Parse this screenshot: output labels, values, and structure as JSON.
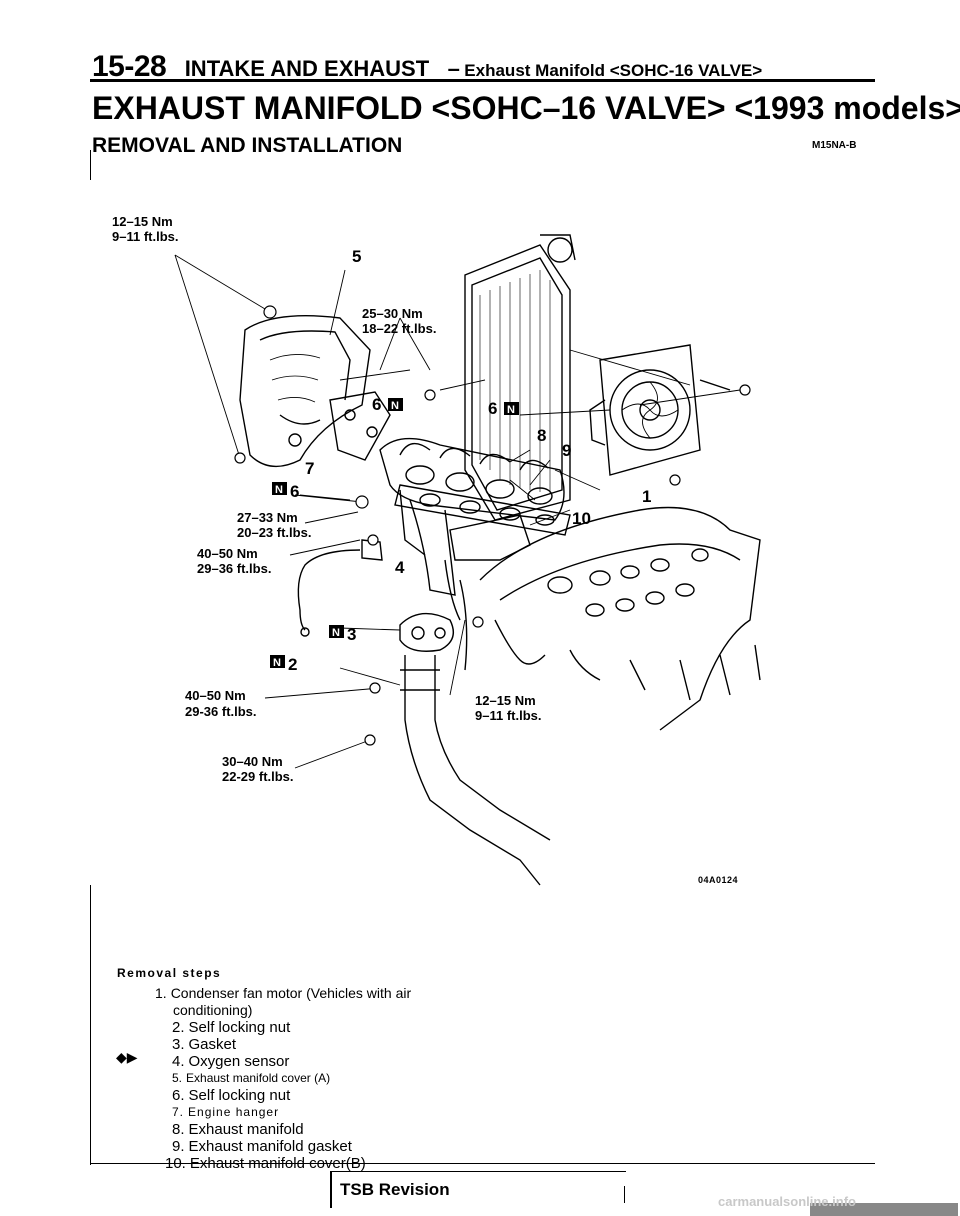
{
  "header": {
    "page_number": "15-28",
    "section": "INTAKE AND EXHAUST",
    "dash": "–",
    "subsection": "Exhaust Manifold <SOHC-16 VALVE>"
  },
  "title": "EXHAUST MANIFOLD <SOHC–16 VALVE> <1993 models>",
  "subtitle": "REMOVAL AND INSTALLATION",
  "doc_code": "M15NA-B",
  "figure": {
    "id": "04A0124",
    "torque": {
      "t1": [
        "12–15 Nm",
        "9–11 ft.lbs."
      ],
      "t2": [
        "25–30 Nm",
        "18–22 ft.lbs."
      ],
      "t3": [
        "27–33 Nm",
        "20–23 ft.lbs."
      ],
      "t4": [
        "40–50 Nm",
        "29–36 ft.lbs."
      ],
      "t5": [
        "40–50 Nm",
        "29-36 ft.lbs."
      ],
      "t6": [
        "12–15 Nm",
        "9–11 ft.lbs."
      ],
      "t7": [
        "30–40 Nm",
        "22-29 ft.lbs."
      ]
    },
    "callouts": {
      "c1": "1",
      "c2": "2",
      "c3": "3",
      "c4": "4",
      "c5": "5",
      "c6a": "6",
      "c6b": "6",
      "c6c": "6",
      "c7": "7",
      "c8": "8",
      "c9": "9",
      "c10": "10"
    },
    "new_part_symbol": "N"
  },
  "removal": {
    "heading": "Removal steps",
    "marker": "◆▶",
    "steps": [
      {
        "num": "1.",
        "text": "Condenser fan motor (Vehicles with air",
        "cont": "conditioning)"
      },
      {
        "num": "2.",
        "text": "Self locking nut"
      },
      {
        "num": "3.",
        "text": "Gasket"
      },
      {
        "num": "4.",
        "text": "Oxygen sensor"
      },
      {
        "num": "5.",
        "text": "Exhaust manifold cover (A)"
      },
      {
        "num": "6.",
        "text": "Self locking nut"
      },
      {
        "num": "7.",
        "text": "Engine hanger"
      },
      {
        "num": "8.",
        "text": "Exhaust manifold"
      },
      {
        "num": "9.",
        "text": "Exhaust manifold gasket"
      },
      {
        "num": "10.",
        "text": "Exhaust manifold cover(B)"
      }
    ]
  },
  "footer": {
    "tsb_label": "TSB Revision",
    "watermark": "carmanualsonline.info"
  }
}
